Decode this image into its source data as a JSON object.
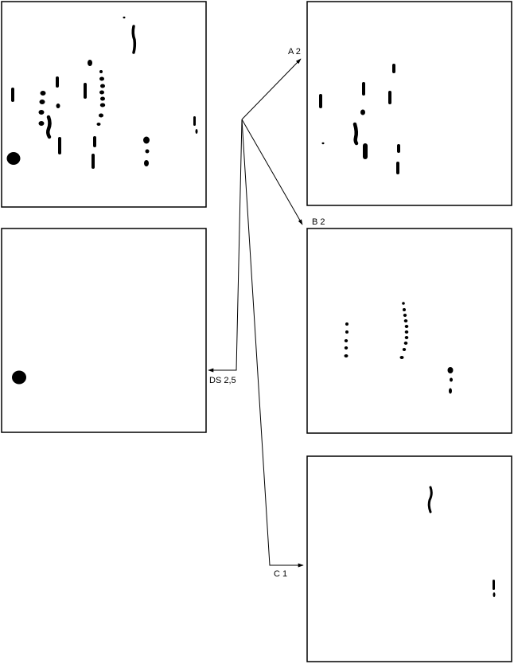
{
  "labels": {
    "a": "A  2",
    "b": "B  2",
    "ds": "DS  2,5",
    "c": "C  1"
  },
  "colors": {
    "ink": "#000000",
    "panel_fill": "#ffffff"
  }
}
